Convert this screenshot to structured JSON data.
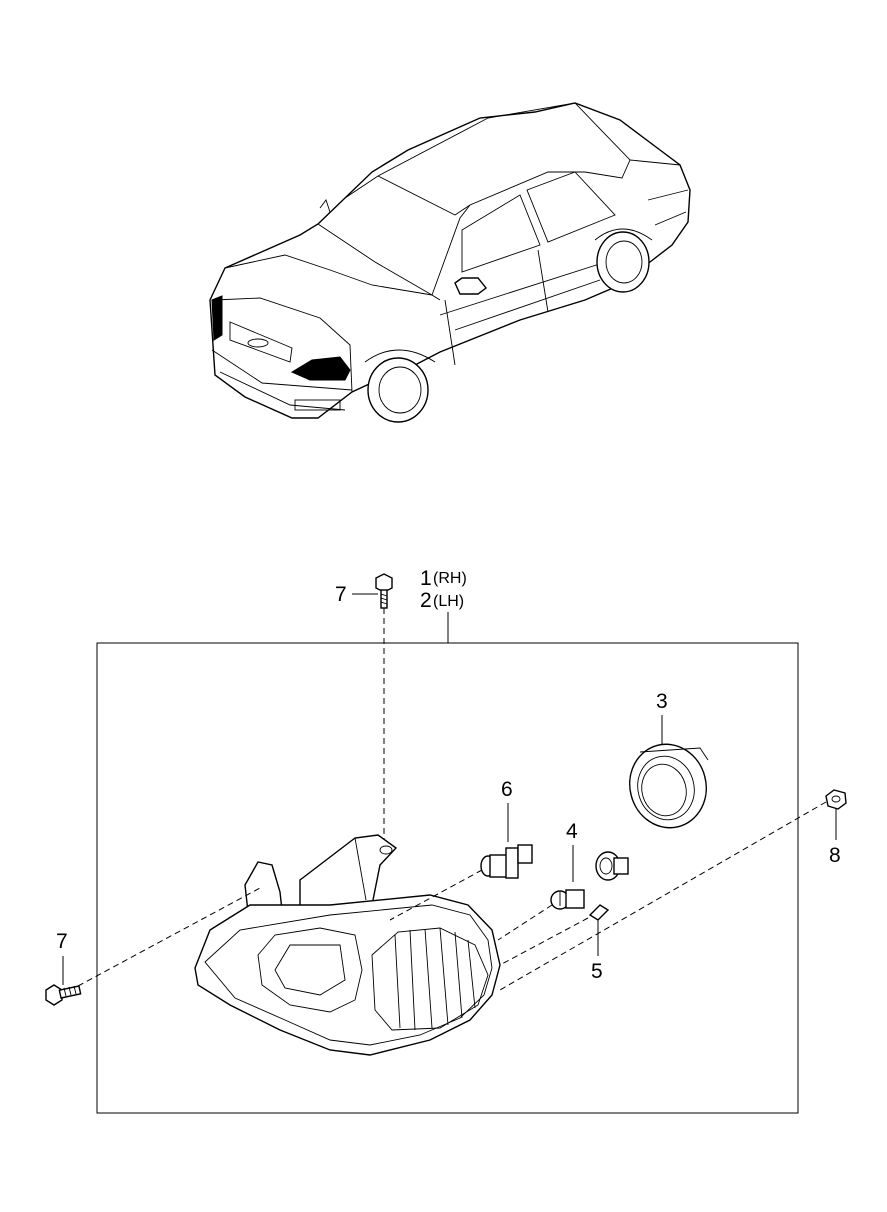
{
  "callouts": {
    "c1": {
      "number": "1",
      "suffix": "(RH)"
    },
    "c2": {
      "number": "2",
      "suffix": "(LH)"
    },
    "c3": {
      "number": "3"
    },
    "c4": {
      "number": "4"
    },
    "c5": {
      "number": "5"
    },
    "c6": {
      "number": "6"
    },
    "c7_top": {
      "number": "7"
    },
    "c7_left": {
      "number": "7"
    },
    "c8": {
      "number": "8"
    }
  },
  "icons": {
    "vehicle": "sedan-car-icon",
    "headlamp": "headlamp-assembly-icon",
    "socket_cover": "socket-cover-ring-icon",
    "main_bulb": "halogen-bulb-icon",
    "turn_bulb": "turn-signal-bulb-icon",
    "wedge_bulb": "wedge-bulb-icon",
    "bulb_socket": "bulb-socket-icon",
    "screw": "screw-icon",
    "nut": "nut-icon"
  }
}
